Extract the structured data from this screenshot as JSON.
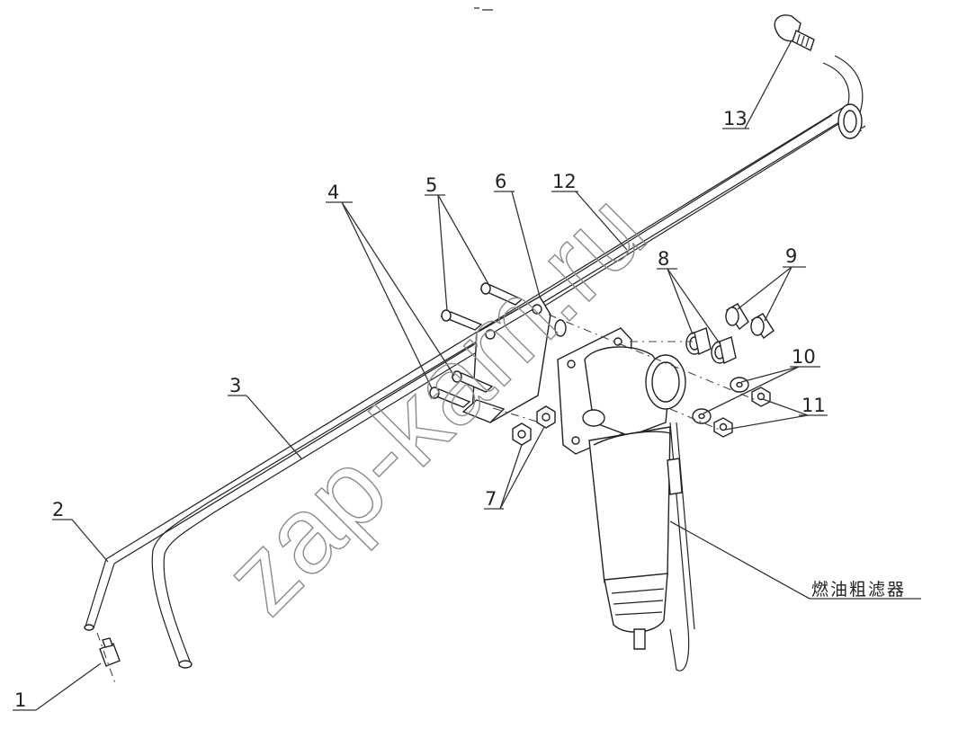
{
  "diagram": {
    "callouts": [
      "1",
      "2",
      "3",
      "4",
      "5",
      "6",
      "7",
      "8",
      "9",
      "10",
      "11",
      "12",
      "13"
    ],
    "component_label": "燃油粗滤器"
  },
  "watermark": {
    "text": "zap-kam.ru"
  }
}
